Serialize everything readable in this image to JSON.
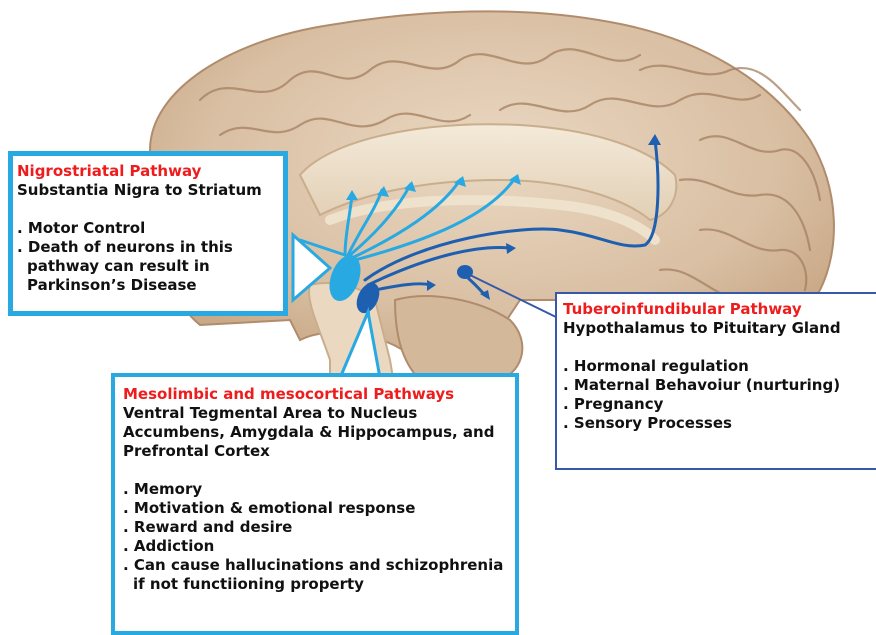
{
  "colors": {
    "title_red": "#ee1c1c",
    "light_blue": "#29a9e1",
    "dark_blue": "#3559a8",
    "pathway_blue": "#1f5fb0",
    "brain_tissue": "#dcc5ac"
  },
  "nigrostriatal": {
    "title": "Nigrostriatal Pathway",
    "subtitle": "Substantia Nigra to Striatum",
    "items": [
      "Motor Control",
      "Death of neurons in this pathway can result in Parkinson’s Disease"
    ]
  },
  "tuberoinfundibular": {
    "title": "Tuberoinfundibular Pathway",
    "subtitle": "Hypothalamus to Pituitary Gland",
    "items": [
      "Hormonal regulation",
      "Maternal Behavoiur (nurturing)",
      "Pregnancy",
      "Sensory Processes"
    ]
  },
  "mesolimbic": {
    "title": "Mesolimbic and mesocortical Pathways",
    "subtitle": "Ventral Tegmental Area to Nucleus Accumbens, Amygdala & Hippocampus, and Prefrontal Cortex",
    "items": [
      "Memory",
      "Motivation & emotional response",
      "Reward and desire",
      "Addiction",
      "Can cause hallucinations and schizophrenia if not functiioning property"
    ]
  }
}
